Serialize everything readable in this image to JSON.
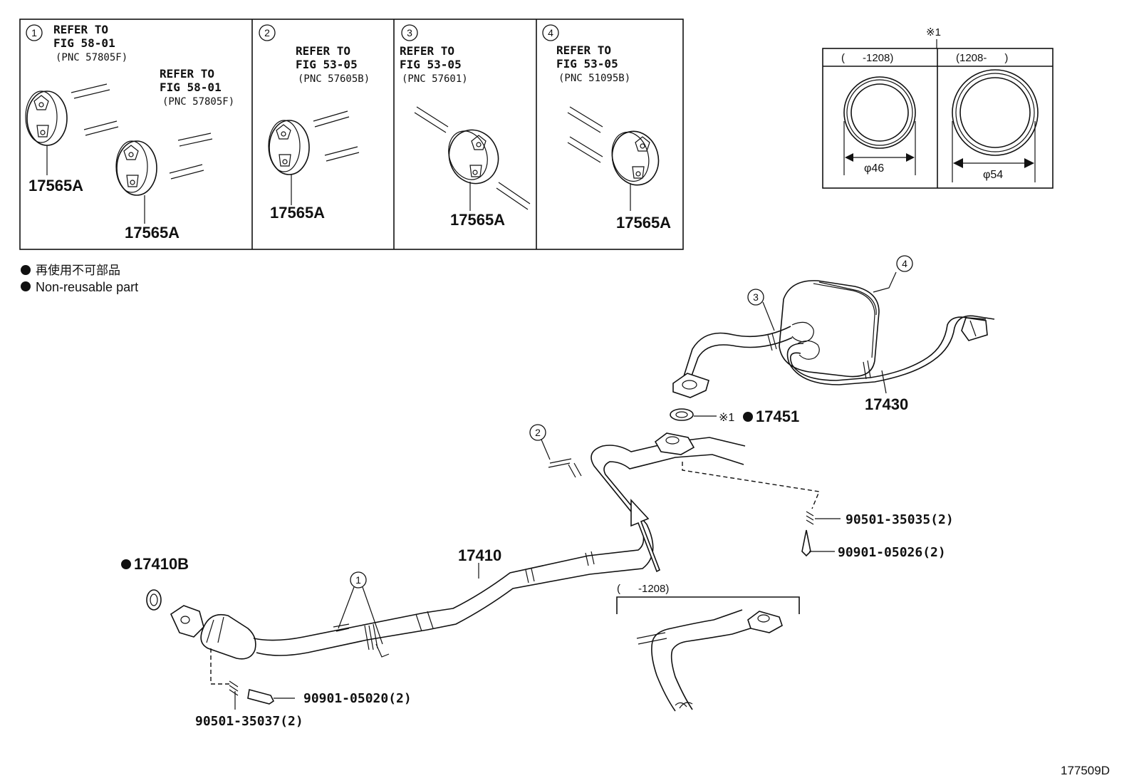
{
  "legend": {
    "line1": "再使用不可部品",
    "line2": "Non-reusable part"
  },
  "panels": [
    {
      "no": "1",
      "refs": [
        {
          "line1": "REFER TO",
          "line2": "FIG 58-01",
          "pnc": "(PNC 57805F)"
        },
        {
          "line1": "REFER TO",
          "line2": "FIG 58-01",
          "pnc": "(PNC 57805F)"
        }
      ],
      "parts": [
        "17565A",
        "17565A"
      ]
    },
    {
      "no": "2",
      "refs": [
        {
          "line1": "REFER TO",
          "line2": "FIG 53-05",
          "pnc": "(PNC 57605B)"
        }
      ],
      "parts": [
        "17565A"
      ]
    },
    {
      "no": "3",
      "refs": [
        {
          "line1": "REFER TO",
          "line2": "FIG 53-05",
          "pnc": "(PNC 57601)"
        }
      ],
      "parts": [
        "17565A"
      ]
    },
    {
      "no": "4",
      "refs": [
        {
          "line1": "REFER TO",
          "line2": "FIG 53-05",
          "pnc": "(PNC 51095B)"
        }
      ],
      "parts": [
        "17565A"
      ]
    }
  ],
  "gasket_table": {
    "mark": "※1",
    "col1_header": "(      -1208)",
    "col2_header": "(1208-      )",
    "col1_dim": "φ46",
    "col2_dim": "φ54"
  },
  "callouts": [
    "1",
    "2",
    "3",
    "4"
  ],
  "parts": {
    "muffler": "17430",
    "gasket_ref": "※1",
    "gasket": "17451",
    "center_pipe": "17410",
    "front_gasket": "17410B",
    "spring_rear": "90501-35035(2)",
    "bolt_rear": "90901-05026(2)",
    "bolt_front": "90901-05020(2)",
    "spring_front": "90501-35037(2)"
  },
  "inset_label": "(      -1208)",
  "figure_id": "177509D"
}
